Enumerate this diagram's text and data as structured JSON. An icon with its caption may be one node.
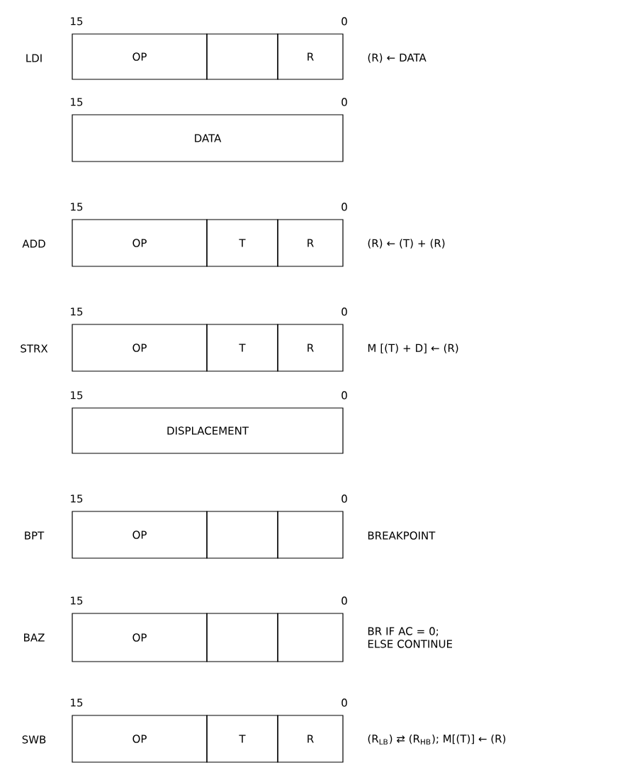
{
  "diagram": {
    "nodes": [
      {
        "text": [
          "OP"
        ]
      },
      {
        "text": [],
        "shape": "box"
      },
      {
        "text": [
          "R"
        ]
      },
      {
        "text": [
          "DATA"
        ]
      },
      {
        "text": [
          "OP"
        ]
      },
      {
        "text": [
          "T"
        ]
      },
      {
        "text": [
          "R"
        ]
      },
      {
        "text": [
          "OP"
        ]
      },
      {
        "text": [
          "T"
        ]
      },
      {
        "text": [
          "R"
        ]
      },
      {
        "text": [
          "DISPLACEMENT"
        ]
      },
      {
        "text": [
          "OP"
        ]
      },
      {
        "text": [],
        "shape": "box"
      },
      {
        "text": [],
        "shape": "box"
      },
      {
        "text": [
          "OP"
        ]
      },
      {
        "text": [],
        "shape": "box"
      },
      {
        "text": [],
        "shape": "box"
      },
      {
        "text": [
          "OP"
        ]
      },
      {
        "text": [
          "T"
        ]
      },
      {
        "text": [
          "R"
        ]
      }
    ],
    "labels": [
      "15",
      "0",
      "LDI",
      "(R) ← DATA",
      "15",
      "0",
      "15",
      "0",
      "ADD",
      "(R) ← (T) + (R)",
      "15",
      "0",
      "STRX",
      "M [(T) + D] ← (R)",
      "15",
      "0",
      "15",
      "0",
      "BPT",
      "BREAKPOINT",
      "15",
      "0",
      "BAZ",
      "BR IF AC = 0; ELSE CONTINUE",
      "15",
      "0",
      "SWB",
      "(R$_{LB}$) ⇄ (R$_{HB}$); M[(T)] ← (R)"
    ]
  }
}
